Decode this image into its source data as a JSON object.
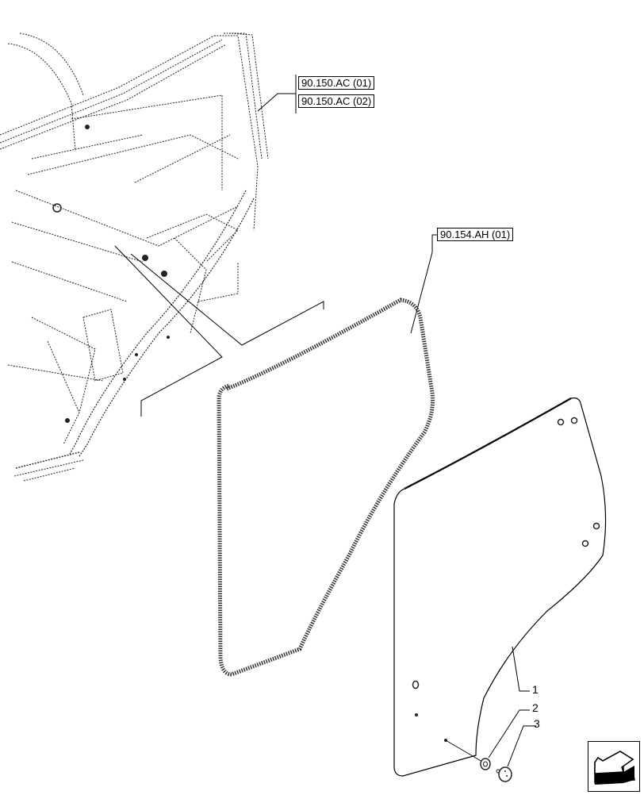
{
  "diagram": {
    "type": "exploded parts diagram",
    "subject": "cab door glass assembly",
    "reference_labels": [
      {
        "id": "ref-1",
        "text": "90.150.AC (01)"
      },
      {
        "id": "ref-2",
        "text": "90.150.AC (02)"
      },
      {
        "id": "ref-3",
        "text": "90.154.AH (01)"
      }
    ],
    "callouts": [
      {
        "number": "1",
        "part": "door glass panel"
      },
      {
        "number": "2",
        "part": "washer"
      },
      {
        "number": "3",
        "part": "fastener cap"
      }
    ],
    "nav_icon": "previous-page-arrow-icon"
  }
}
